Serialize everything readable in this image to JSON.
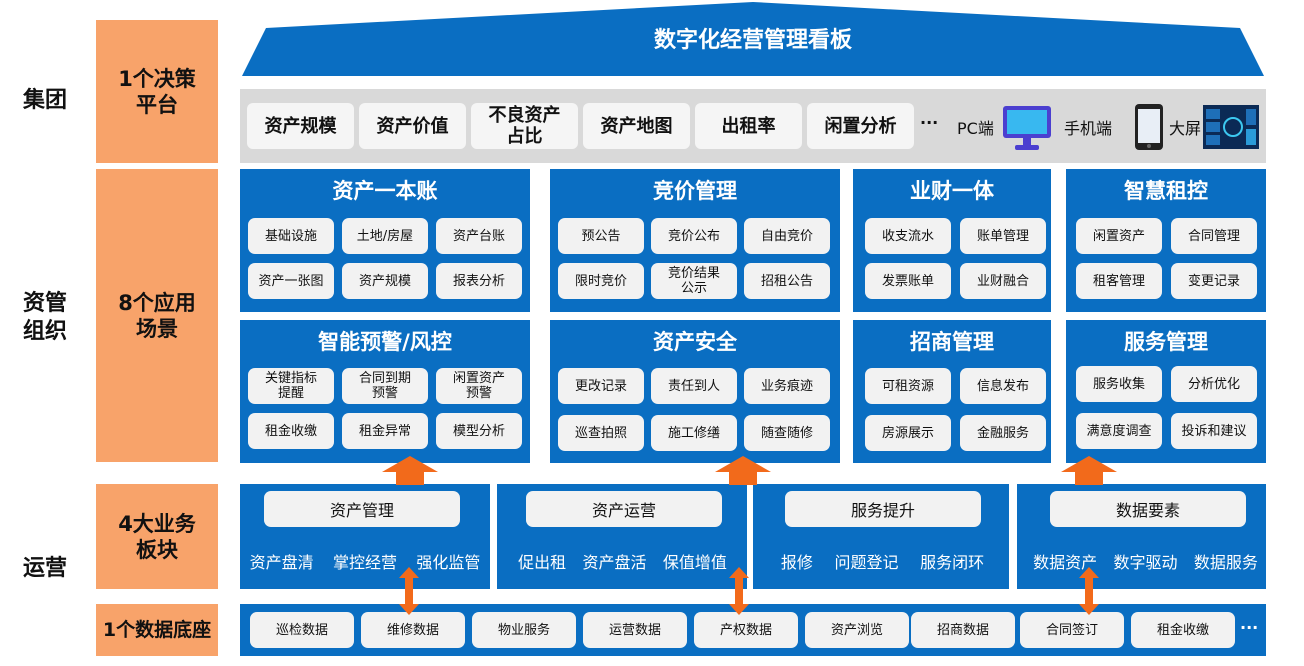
{
  "levels": {
    "group": "集团",
    "asset_org": "资管\n组织",
    "operation": "运营"
  },
  "side": {
    "decision": "1个决策\n平台",
    "scenes": "8个应用\n场景",
    "business": "4大业务\n板块",
    "data_base": "1个数据底座"
  },
  "header": {
    "title": "数字化经营管理看板"
  },
  "dashboard": {
    "items": [
      "资产规模",
      "资产价值",
      "不良资产\n占比",
      "资产地图",
      "出租率",
      "闲置分析"
    ],
    "ellipsis": "···",
    "pc": "PC端",
    "mobile": "手机端",
    "bigscreen": "大屏"
  },
  "scenes": [
    {
      "title": "资产一本账",
      "items": [
        "基础设施",
        "土地/房屋",
        "资产台账",
        "资产一张图",
        "资产规模",
        "报表分析"
      ]
    },
    {
      "title": "竞价管理",
      "items": [
        "预公告",
        "竞价公布",
        "自由竞价",
        "限时竞价",
        "竞价结果\n公示",
        "招租公告"
      ]
    },
    {
      "title": "业财一体",
      "items": [
        "收支流水",
        "账单管理",
        "发票账单",
        "业财融合"
      ]
    },
    {
      "title": "智慧租控",
      "items": [
        "闲置资产",
        "合同管理",
        "租客管理",
        "变更记录"
      ]
    },
    {
      "title": "智能预警/风控",
      "items": [
        "关键指标\n提醒",
        "合同到期\n预警",
        "闲置资产\n预警",
        "租金收缴",
        "租金异常",
        "模型分析"
      ]
    },
    {
      "title": "资产安全",
      "items": [
        "更改记录",
        "责任到人",
        "业务痕迹",
        "巡查拍照",
        "施工修缮",
        "随查随修"
      ]
    },
    {
      "title": "招商管理",
      "items": [
        "可租资源",
        "信息发布",
        "房源展示",
        "金融服务"
      ]
    },
    {
      "title": "服务管理",
      "items": [
        "服务收集",
        "分析优化",
        "满意度调查",
        "投诉和建议"
      ]
    }
  ],
  "business": [
    {
      "title": "资产管理",
      "items": [
        "资产盘清",
        "掌控经营",
        "强化监管"
      ]
    },
    {
      "title": "资产运营",
      "items": [
        "促出租",
        "资产盘活",
        "保值增值"
      ]
    },
    {
      "title": "服务提升",
      "items": [
        "报修",
        "问题登记",
        "服务闭环"
      ]
    },
    {
      "title": "数据要素",
      "items": [
        "数据资产",
        "数字驱动",
        "数据服务"
      ]
    }
  ],
  "data_items": [
    "巡检数据",
    "维修数据",
    "物业服务",
    "运营数据",
    "产权数据",
    "资产浏览",
    "招商数据",
    "合同签订",
    "租金收缴"
  ],
  "data_ellipsis": "···",
  "colors": {
    "blue": "#0A6EC2",
    "orange": "#F8A36A",
    "arrow_orange": "#F26A1B",
    "gray_band": "#D9D9D9"
  }
}
